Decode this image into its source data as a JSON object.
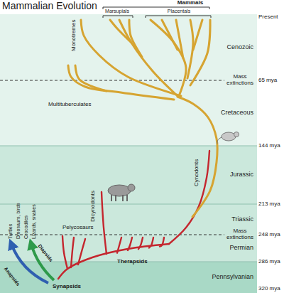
{
  "diagram": {
    "title": "Mammalian Evolution",
    "nodes": [
      {
        "text": [
          "Cenozoic"
        ]
      },
      {
        "text": [
          "Cretaceous"
        ]
      },
      {
        "text": [
          "Jurassic"
        ]
      },
      {
        "text": [
          "Triassic"
        ]
      },
      {
        "text": [
          "Permian"
        ]
      },
      {
        "text": [
          "Pennsylvanian"
        ]
      }
    ],
    "labels": [
      "Mammals",
      "Marsupials",
      "Placentals",
      "Present",
      "Monotremes",
      "Mass extinctions",
      "65 mya",
      "Multituberculates",
      "144 mya",
      "Cynodonts",
      "213 mya",
      "Dicynodonts",
      "Turtles",
      "Dinosaurs, birds",
      "Crocodiles",
      "Lizards, snakes",
      "Mass extinctions",
      "248 mya",
      "Pelycosaurs",
      "286 mya",
      "Therapsids",
      "Diapsids",
      "Anapsids",
      "Synapsids",
      "320 mya"
    ]
  }
}
